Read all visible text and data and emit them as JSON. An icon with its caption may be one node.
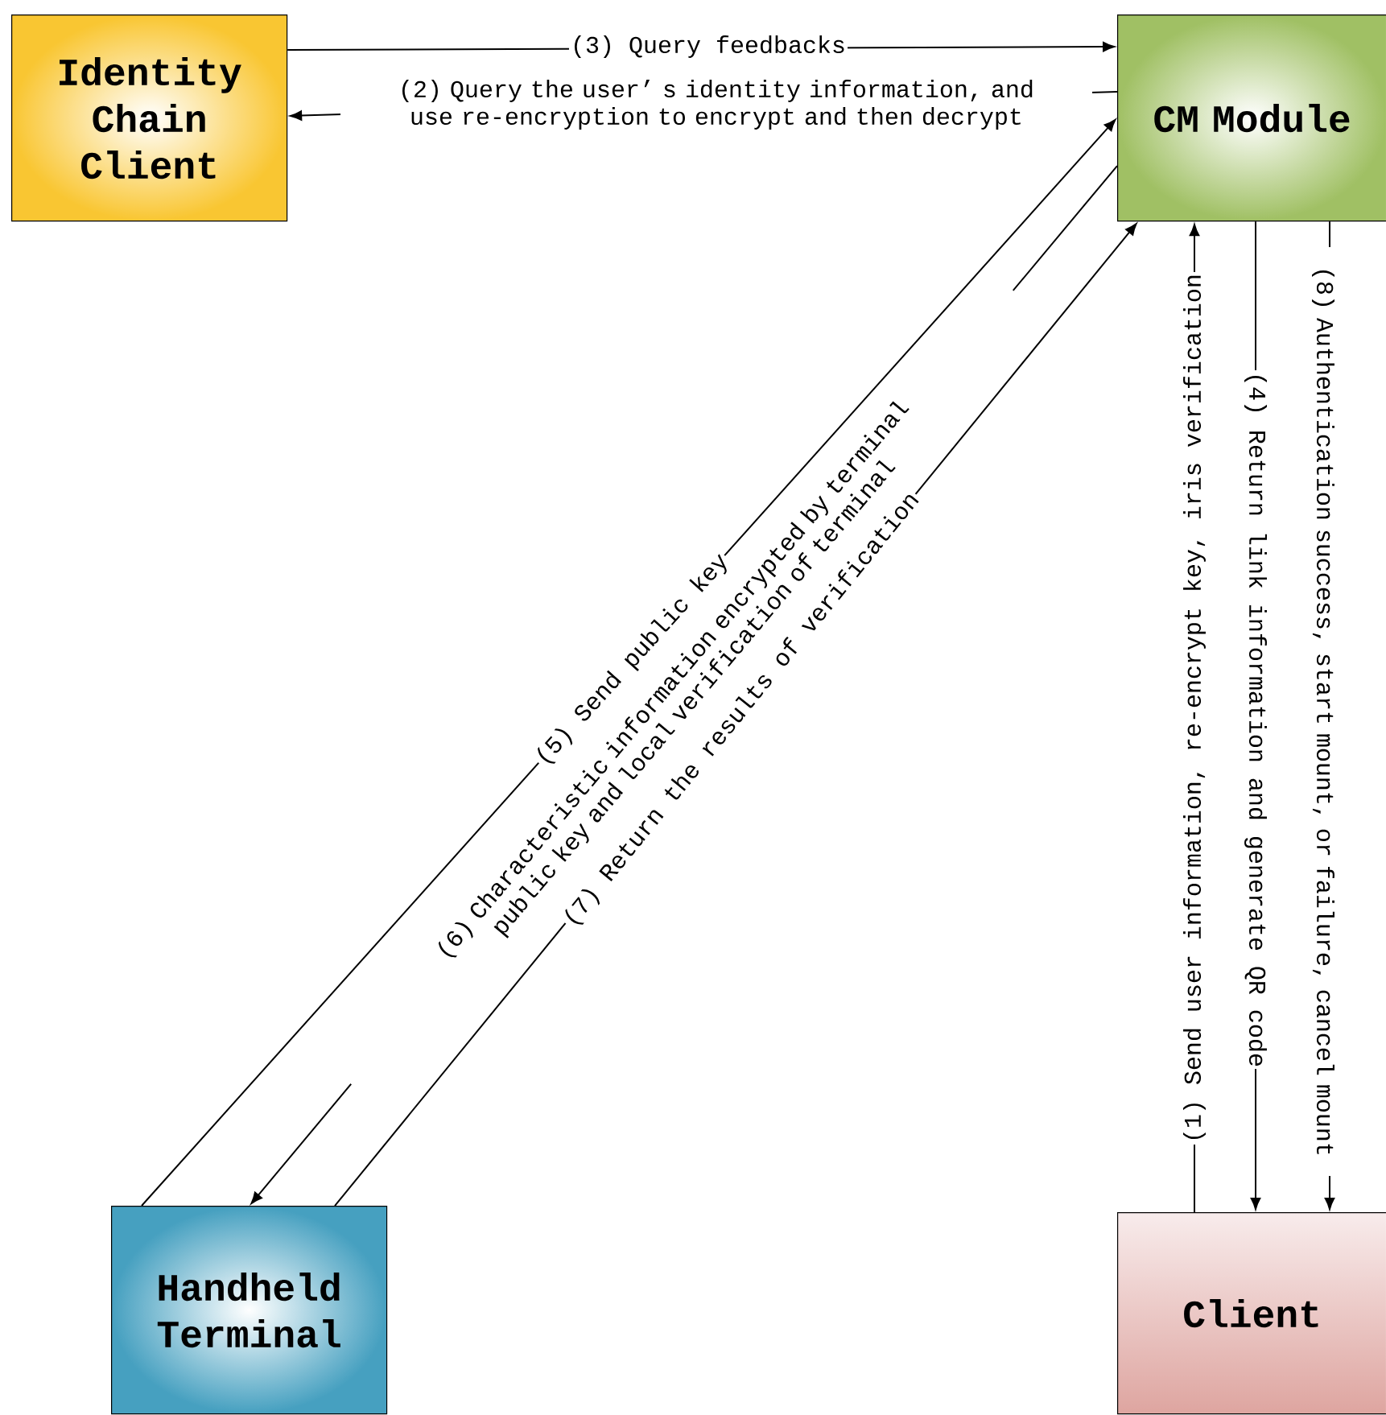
{
  "diagram": {
    "nodes": [
      {
        "text": [
          "Identity Chain Client"
        ]
      },
      {
        "text": [
          "CM Module"
        ]
      },
      {
        "text": [
          "Handheld Terminal"
        ]
      },
      {
        "text": [
          "Client"
        ]
      }
    ],
    "edges": [
      {
        "from": 0,
        "to": 1,
        "arrow": "to",
        "label": "(3) Query feedbacks"
      },
      {
        "from": 1,
        "to": 0,
        "arrow": "to",
        "label": "(2) Query the user’ s identity information, and use re-encryption to encrypt and then decrypt"
      },
      {
        "from": 2,
        "to": 1,
        "arrow": "to",
        "label": "(5) Send public key"
      },
      {
        "from": 1,
        "to": 2,
        "arrow": "to",
        "label": "(6) Characteristic information encrypted by terminal public key and local verification of terminal"
      },
      {
        "from": 2,
        "to": 1,
        "arrow": "to",
        "label": "(7) Return the results of verification"
      },
      {
        "from": 3,
        "to": 1,
        "arrow": "to",
        "label": "(1) Send user information, re-encrypt key, iris verification"
      },
      {
        "from": 1,
        "to": 3,
        "arrow": "to",
        "label": "(4) Return link information and generate QR code"
      },
      {
        "from": 1,
        "to": 3,
        "arrow": "to",
        "label": "(8) Authentication success, start mount, or failure, cancel mount"
      }
    ]
  }
}
